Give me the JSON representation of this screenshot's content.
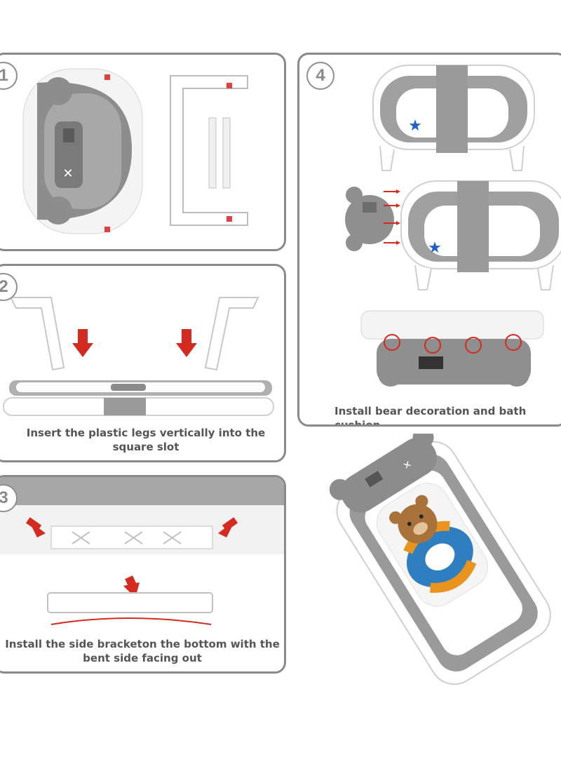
{
  "steps": [
    {
      "number": "1"
    },
    {
      "number": "2",
      "caption_line1": "Insert the plastic legs vertically into the",
      "caption_line2": "square slot"
    },
    {
      "number": "3",
      "caption_line1": "Install the side bracketon the bottom with the",
      "caption_line2": "bent side facing out"
    },
    {
      "number": "4",
      "caption": "Install bear decoration and bath cushion"
    }
  ],
  "colors": {
    "panel_border": "#8a8a8a",
    "caption_text": "#555555",
    "arrow_red": "#d42a20",
    "tub_grey": "#9a9a9a",
    "tub_white": "#ffffff",
    "star_blue": "#1e5fc8",
    "bear_brown": "#a8723a",
    "ring_blue": "#2f7fc0",
    "ring_orange": "#e8941e"
  }
}
